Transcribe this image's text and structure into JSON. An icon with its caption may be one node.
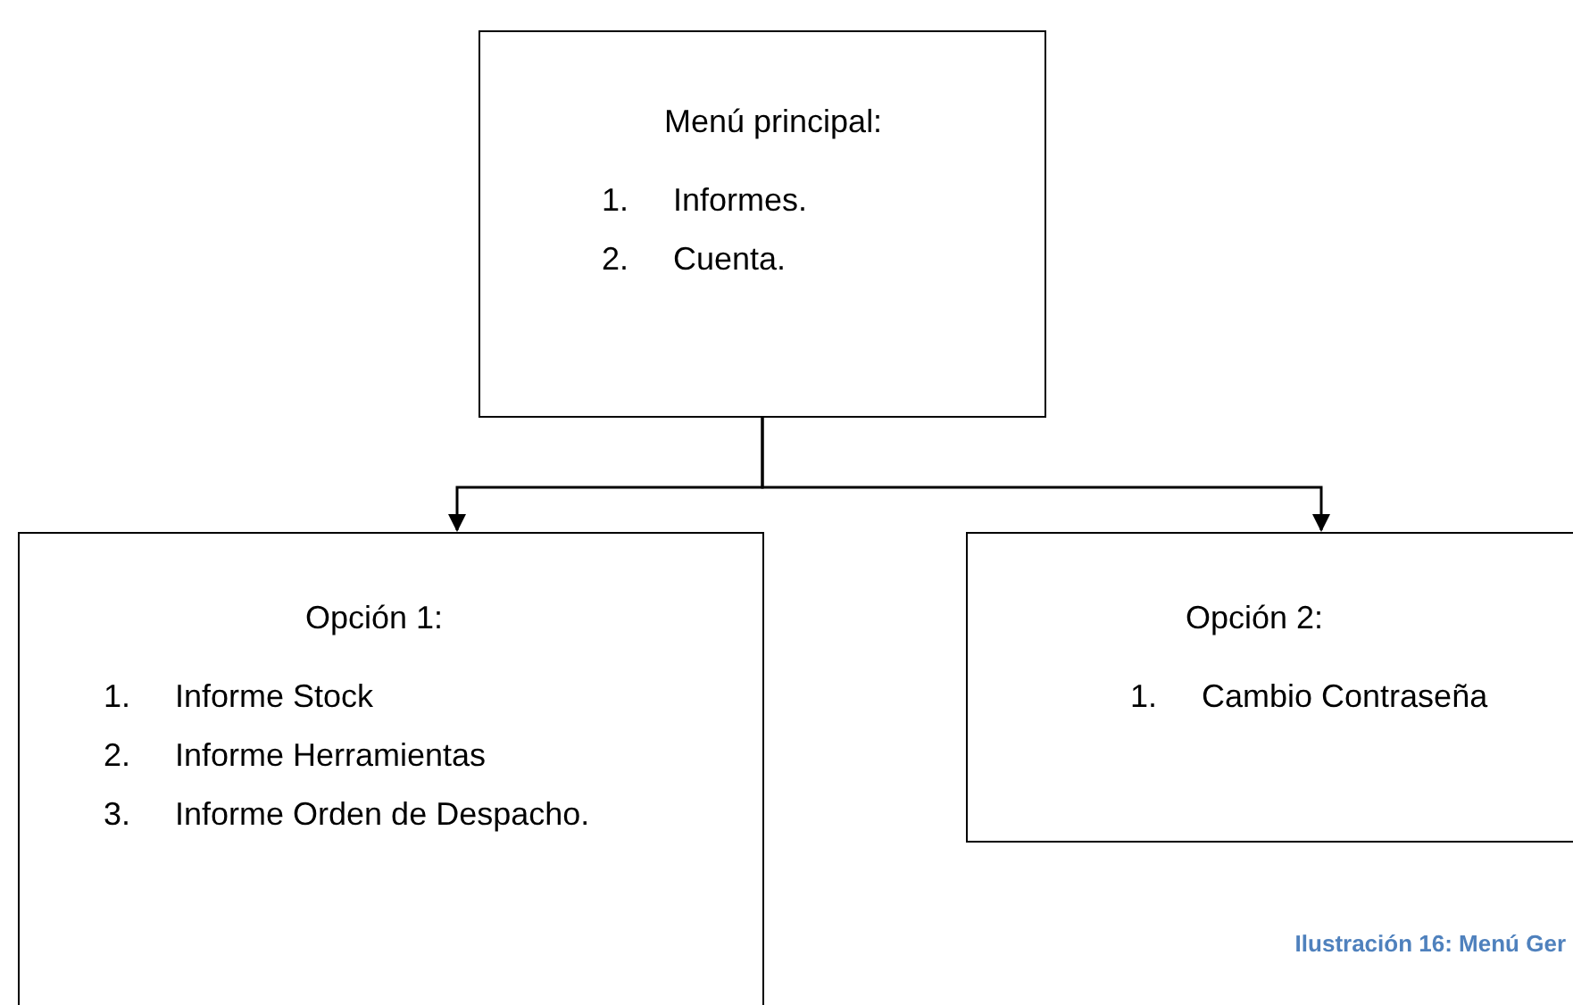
{
  "diagram": {
    "caption": "Ilustración 16: Menú Ger",
    "nodes": [
      {
        "text": [
          "Menú principal:",
          "1. Informes.",
          "2. Cuenta."
        ]
      },
      {
        "text": [
          "Opción 1:",
          "1. Informe Stock",
          "2. Informe Herramientas",
          "3. Informe Orden de Despacho."
        ]
      },
      {
        "text": [
          "Opción 2:",
          "1. Cambio Contraseña"
        ]
      }
    ],
    "edges": [
      {
        "from": 0,
        "to": 1,
        "arrow": "to"
      },
      {
        "from": 0,
        "to": 2,
        "arrow": "to"
      }
    ]
  }
}
